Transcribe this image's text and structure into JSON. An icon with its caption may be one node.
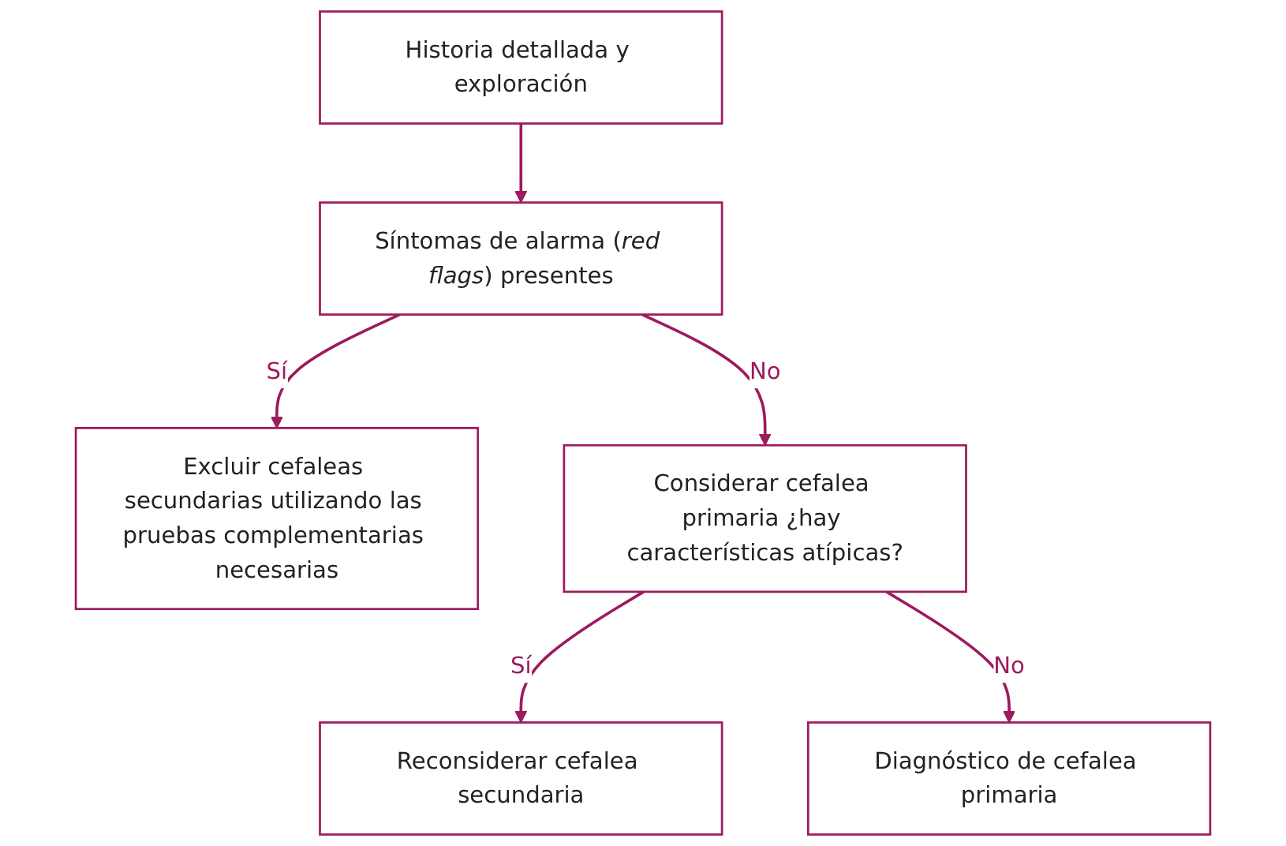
{
  "diagram": {
    "nodes": [
      {
        "text": [
          "Historia detallada y exploración"
        ]
      },
      {
        "text": [
          "Síntomas de alarma (*red flags*) presentes"
        ]
      },
      {
        "text": [
          "Excluir cefaleas secundarias utilizando las pruebas complementarias necesarias"
        ]
      },
      {
        "text": [
          "Considerar cefalea primaria ¿hay características atípicas?"
        ]
      },
      {
        "text": [
          "Reconsiderar cefalea secundaria"
        ]
      },
      {
        "text": [
          "Diagnóstico de cefalea primaria"
        ]
      }
    ],
    "edges": [
      {
        "from": 0,
        "to": 1,
        "arrow": "to"
      },
      {
        "from": 1,
        "to": 2,
        "arrow": "to",
        "label": "Sí"
      },
      {
        "from": 1,
        "to": 3,
        "arrow": "to",
        "label": "No"
      },
      {
        "from": 3,
        "to": 4,
        "arrow": "to",
        "label": "Sí"
      },
      {
        "from": 3,
        "to": 5,
        "arrow": "to",
        "label": "No"
      }
    ]
  }
}
